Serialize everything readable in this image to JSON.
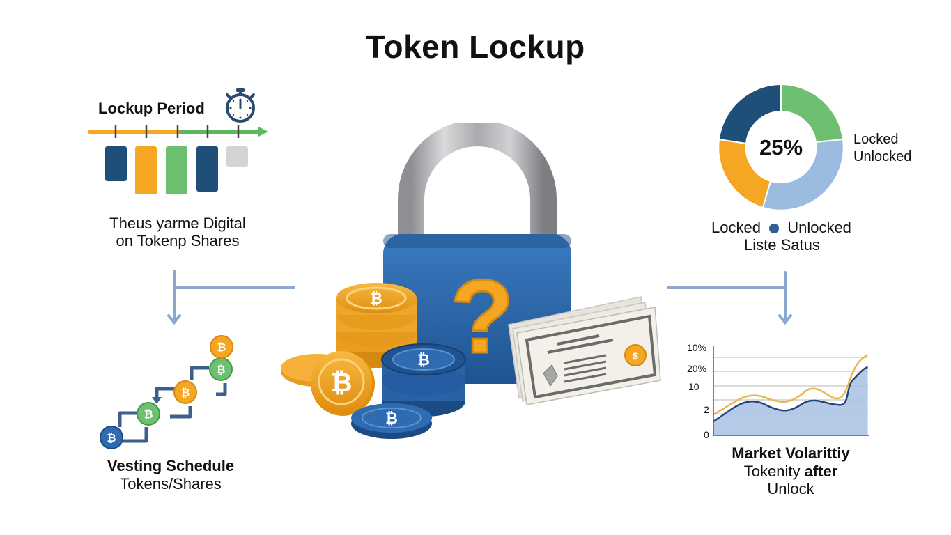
{
  "title": "Token Lockup",
  "lockup_period": {
    "label": "Lockup Period",
    "icon": "stopwatch-icon",
    "timeline_colors": {
      "past": "#f5a623",
      "future": "#5cb85c"
    },
    "blocks": [
      {
        "color": "#1f4e79",
        "height": 50
      },
      {
        "color": "#f5a623",
        "height": 70
      },
      {
        "color": "#6cc070",
        "height": 75
      },
      {
        "color": "#1f4e79",
        "height": 65
      },
      {
        "color": "#d3d4d6",
        "height": 30
      }
    ],
    "caption_line1": "Theus yarme Digital",
    "caption_line2": "on Tokenp Shares"
  },
  "vesting": {
    "label": "Vesting Schedule",
    "sublabel": "Tokens/Shares",
    "coins": [
      {
        "color": "#2f6bb0"
      },
      {
        "color": "#5cb85c"
      },
      {
        "color": "#f5a623"
      },
      {
        "color": "#5cb85c"
      },
      {
        "color": "#f5a623"
      }
    ]
  },
  "center": {
    "lock_icon": "padlock-icon",
    "question_mark": "?",
    "coin_symbol": "₿",
    "certificate_icon": "share-certificate-icon"
  },
  "donut": {
    "center_label": "25%",
    "legend_right": [
      "Locked",
      "Unlocked"
    ],
    "legend_bottom_left": "Locked",
    "legend_bottom_right": "Unlocked",
    "caption": "Liste Satus"
  },
  "volatility": {
    "title": "Market Volarittiy",
    "subtitle_a": "Tokenity ",
    "subtitle_b": "after",
    "subtitle_line2": "Unlock",
    "y_ticks": [
      "10%",
      "20%",
      "10",
      "2",
      "0"
    ]
  },
  "chart_data": [
    {
      "type": "pie",
      "title": "Liste Satus",
      "center_text": "25%",
      "categories": [
        "Locked (green)",
        "Unlocked (light blue)",
        "Locked (orange)",
        "Locked (dark blue)"
      ],
      "values": [
        22,
        33,
        22,
        23
      ],
      "legend": [
        "Locked",
        "Unlocked"
      ],
      "colors": [
        "#6cc070",
        "#9bbce0",
        "#f5a623",
        "#1f4e79"
      ]
    },
    {
      "type": "area",
      "title": "Market Volarittiy",
      "subtitle": "Tokenity after Unlock",
      "y_tick_labels": [
        "10%",
        "20%",
        "10",
        "2",
        "0"
      ],
      "x": [
        0,
        1,
        2,
        3,
        4,
        5,
        6,
        7,
        8,
        9,
        10
      ],
      "series": [
        {
          "name": "upper (gold line)",
          "values": [
            2.3,
            3.2,
            4.5,
            3.8,
            3.6,
            5.0,
            4.2,
            4.4,
            7.5,
            8.6,
            9.0
          ]
        },
        {
          "name": "lower (blue area)",
          "values": [
            1.6,
            2.8,
            3.7,
            3.2,
            3.0,
            3.8,
            3.6,
            3.4,
            6.4,
            7.8,
            8.2
          ]
        }
      ],
      "grid": true
    }
  ]
}
